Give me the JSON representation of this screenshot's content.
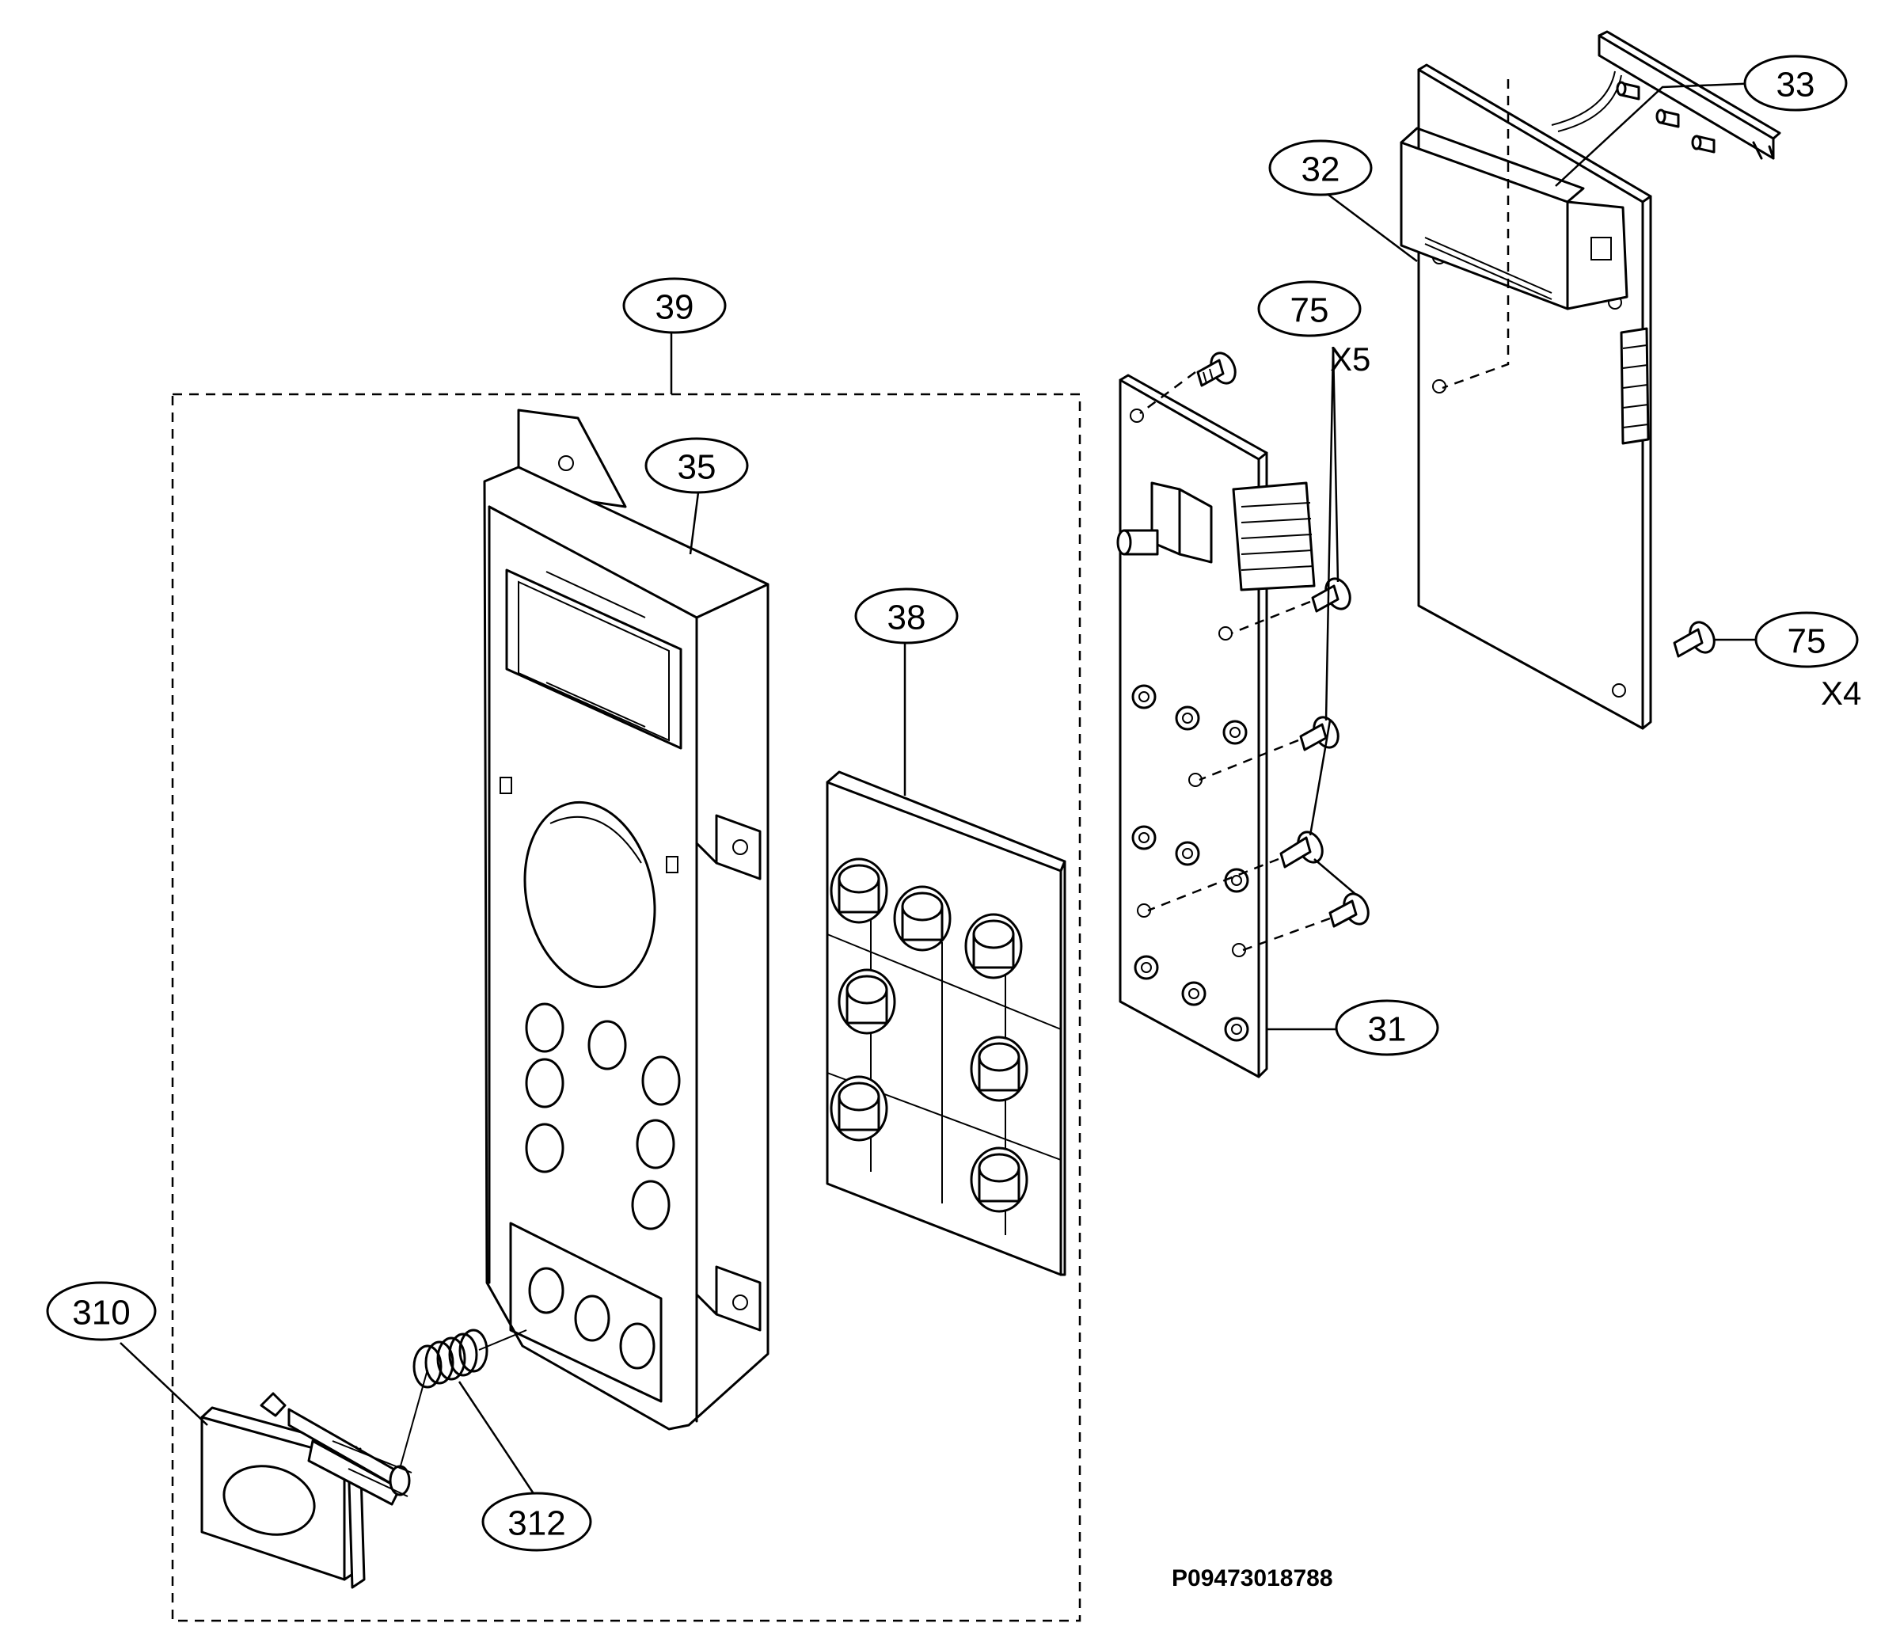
{
  "diagram": {
    "callouts": {
      "p31": "31",
      "p32": "32",
      "p33": "33",
      "p35": "35",
      "p38": "38",
      "p39": "39",
      "p75a": "75",
      "p75b": "75",
      "p310": "310",
      "p312": "312"
    },
    "quantities": {
      "q75a": "X5",
      "q75b": "X4"
    },
    "drawing_code": "P09473018788"
  }
}
